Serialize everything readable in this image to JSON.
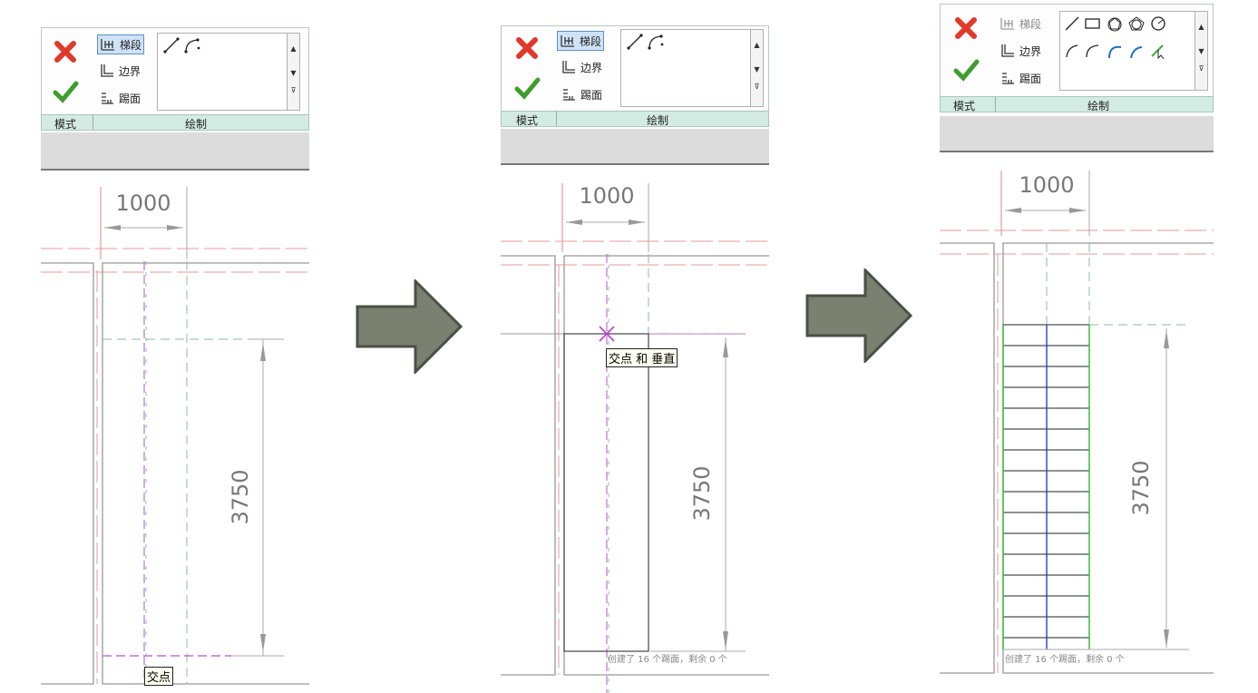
{
  "ribbon": {
    "tool_run": "梯段",
    "tool_boundary": "边界",
    "tool_riser": "踢面",
    "group_mode": "模式",
    "group_draw": "绘制"
  },
  "drawing": {
    "dim_width": "1000",
    "dim_length": "3750"
  },
  "steps": [
    {
      "snap_tooltip": "交点",
      "status": ""
    },
    {
      "snap_tooltip": "交点 和 垂直",
      "status": "创建了 16 个踢面，剩余 0 个"
    },
    {
      "snap_tooltip": "",
      "status": "创建了 16 个踢面，剩余 0 个"
    }
  ],
  "colors": {
    "cancel": "#e0392b",
    "finish": "#3f9d2e",
    "arrow_fill": "#7a8170",
    "run_boundary": "#43c043",
    "run_centerline": "#2b3fc8",
    "ref_dashed_red": "#e88a8a",
    "ref_dashed_green": "#88b8a8",
    "ref_dashed_magenta": "#c070d0"
  },
  "icons": [
    "cancel-icon",
    "finish-icon",
    "run-icon",
    "boundary-icon",
    "riser-icon",
    "line-icon",
    "arc-icon",
    "next-step-arrow-icon"
  ]
}
